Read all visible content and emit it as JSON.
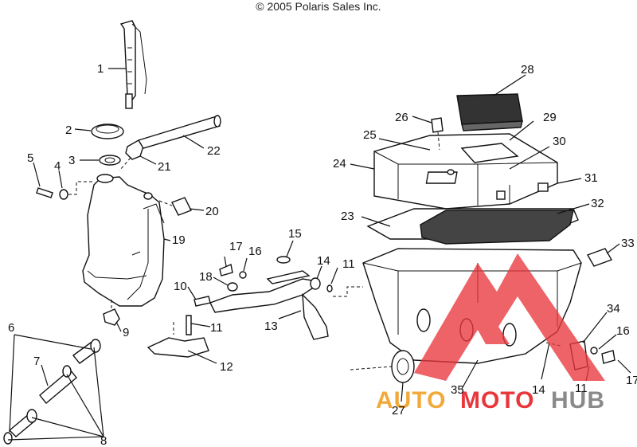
{
  "header": {
    "copyright": "© 2005 Polaris Sales Inc."
  },
  "callouts": {
    "n1": "1",
    "n2": "2",
    "n3": "3",
    "n4": "4",
    "n5": "5",
    "n6": "6",
    "n7": "7",
    "n8": "8",
    "n9": "9",
    "n10": "10",
    "n11a": "11",
    "n11b": "11",
    "n11c": "11",
    "n12": "12",
    "n13": "13",
    "n14a": "14",
    "n14b": "14",
    "n15": "15",
    "n16a": "16",
    "n16b": "16",
    "n17a": "17",
    "n17b": "17",
    "n18": "18",
    "n19": "19",
    "n20": "20",
    "n21": "21",
    "n22": "22",
    "n23": "23",
    "n24": "24",
    "n25": "25",
    "n26": "26",
    "n27": "27",
    "n28": "28",
    "n29": "29",
    "n30": "30",
    "n31": "31",
    "n32": "32",
    "n33": "33",
    "n34": "34",
    "n35": "35"
  },
  "watermark": {
    "part1": "AUTO",
    "part2": "MOTO",
    "part3": "HUB",
    "colors": {
      "orange": "#f2a93b",
      "red": "#e8373c",
      "gray": "#8a8a8a"
    }
  }
}
